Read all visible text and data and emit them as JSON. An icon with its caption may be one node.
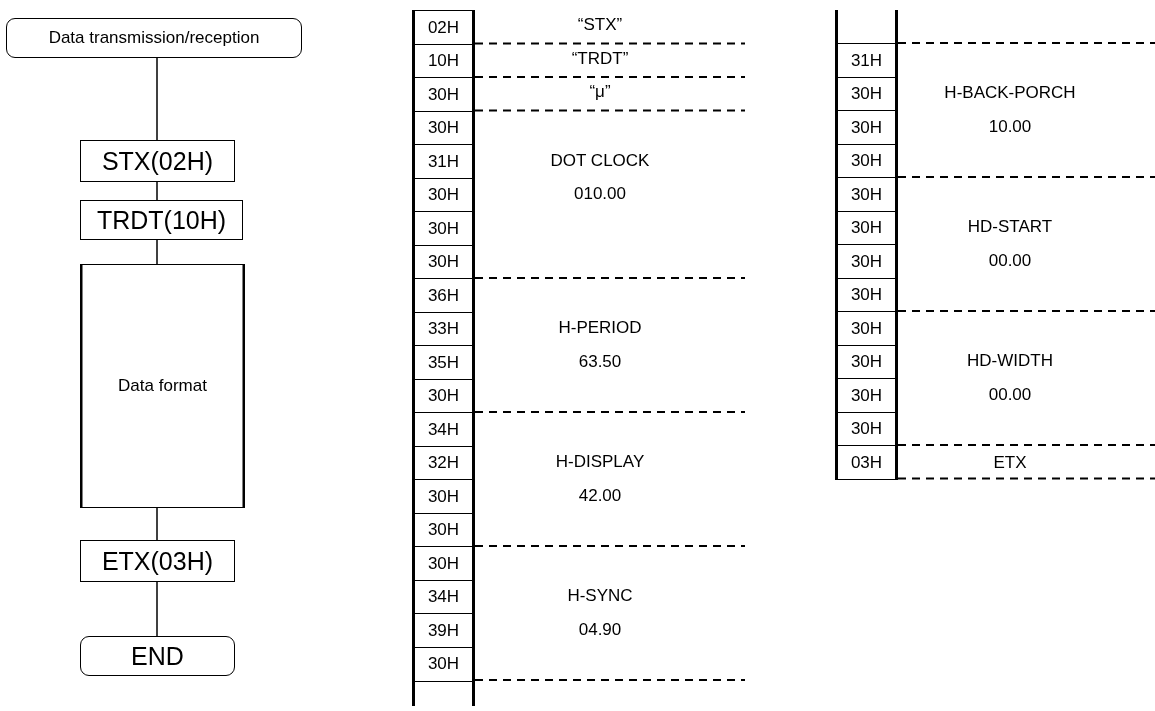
{
  "diagram": {
    "nodes": [
      {
        "text": [
          "Data transmission/reception"
        ]
      },
      {
        "text": [
          "STX(02H)"
        ]
      },
      {
        "text": [
          "TRDT(10H)"
        ]
      },
      {
        "text": [
          "Data format"
        ]
      },
      {
        "text": [
          "ETX(03H)"
        ]
      },
      {
        "text": [
          "END"
        ]
      }
    ],
    "edges": [
      {
        "from": 0,
        "to": 1,
        "arrow": "none"
      },
      {
        "from": 1,
        "to": 2,
        "arrow": "none"
      },
      {
        "from": 2,
        "to": 3,
        "arrow": "none"
      },
      {
        "from": 3,
        "to": 4,
        "arrow": "none"
      },
      {
        "from": 4,
        "to": 5,
        "arrow": "none"
      }
    ],
    "labels": [
      "02H",
      "10H",
      "30H",
      "30H",
      "31H",
      "30H",
      "30H",
      "30H",
      "36H",
      "33H",
      "35H",
      "30H",
      "34H",
      "32H",
      "30H",
      "30H",
      "30H",
      "34H",
      "39H",
      "30H",
      "“STX”",
      "“TRDT”",
      "“μ”",
      "DOT CLOCK",
      "010.00",
      "H-PERIOD",
      "63.50",
      "H-DISPLAY",
      "42.00",
      "H-SYNC",
      "04.90",
      "31H",
      "30H",
      "30H",
      "30H",
      "30H",
      "30H",
      "30H",
      "30H",
      "30H",
      "30H",
      "30H",
      "30H",
      "03H",
      "H-BACK-PORCH",
      "10.00",
      "HD-START",
      "00.00",
      "HD-WIDTH",
      "00.00",
      "ETX"
    ]
  }
}
